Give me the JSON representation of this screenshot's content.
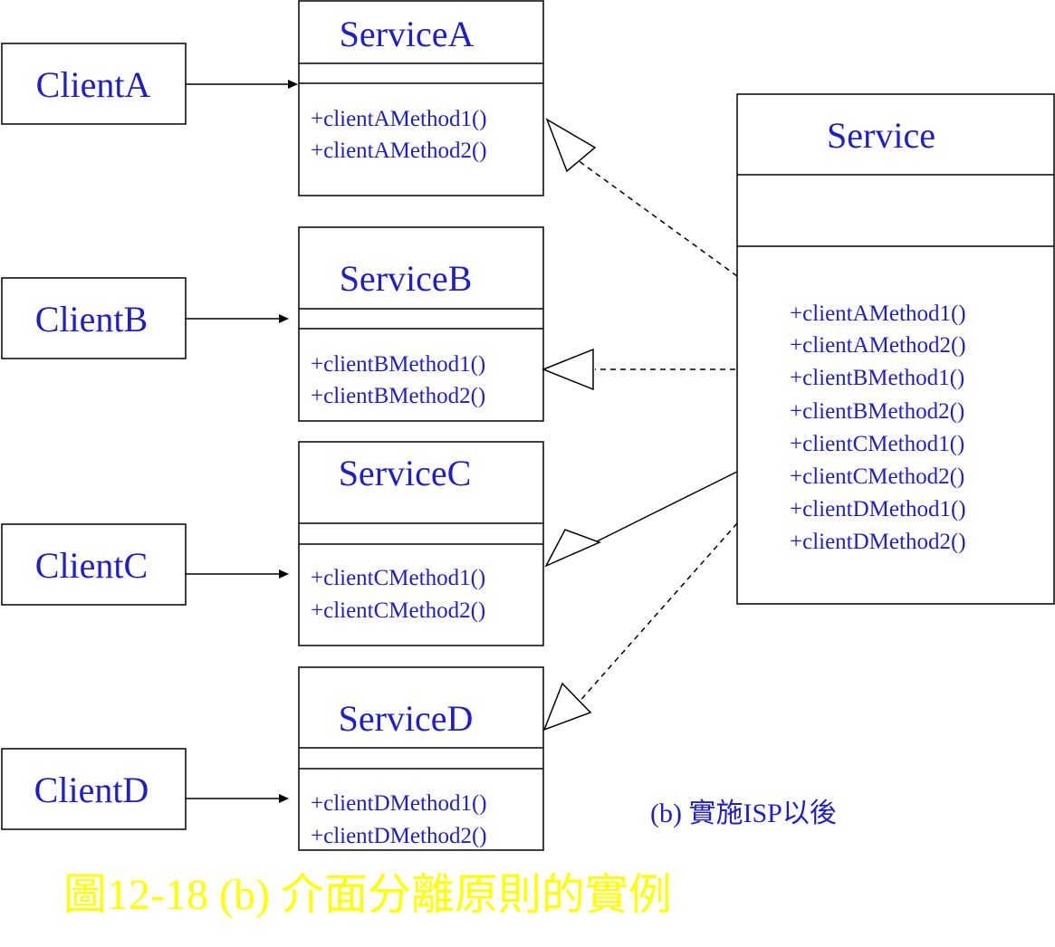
{
  "clients": [
    {
      "label": "ClientA"
    },
    {
      "label": "ClientB"
    },
    {
      "label": "ClientC"
    },
    {
      "label": "ClientD"
    }
  ],
  "services": [
    {
      "name": "ServiceA",
      "methods": [
        "+clientAMethod1()",
        "+clientAMethod2()"
      ]
    },
    {
      "name": "ServiceB",
      "methods": [
        "+clientBMethod1()",
        "+clientBMethod2()"
      ]
    },
    {
      "name": "ServiceC",
      "methods": [
        "+clientCMethod1()",
        "+clientCMethod2()"
      ]
    },
    {
      "name": "ServiceD",
      "methods": [
        "+clientDMethod1()",
        "+clientDMethod2()"
      ]
    }
  ],
  "main_service": {
    "name": "Service",
    "methods": [
      "+clientAMethod1()",
      "+clientAMethod2()",
      "+clientBMethod1()",
      "+clientBMethod2()",
      "+clientCMethod1()",
      "+clientCMethod2()",
      "+clientDMethod1()",
      "+clientDMethod2()"
    ]
  },
  "caption": "(b) 實施ISP以後",
  "figure_title": "圖12-18 (b) 介面分離原則的實例",
  "colors": {
    "label_text": "#1f1fc8",
    "figure_title": "#ffff00",
    "lines": "#000000"
  }
}
